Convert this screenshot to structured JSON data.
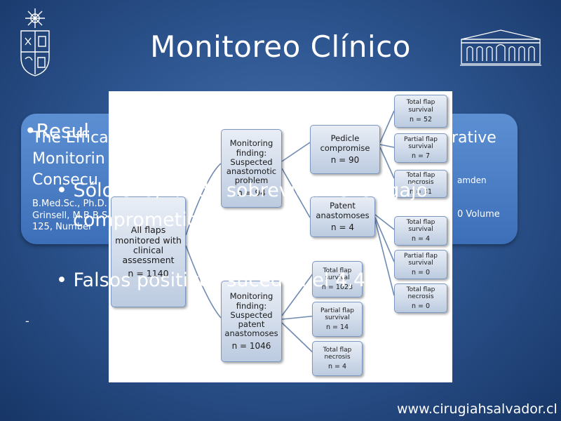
{
  "slide": {
    "title": "Monitoreo Clínico",
    "footer": "www.cirugiahsalvador.cl",
    "dash": "-"
  },
  "banner": {
    "line1": "The Efficac",
    "line2": "Monitorin",
    "line3": "Consecu",
    "line4": "B.Med.Sc., Ph.D.",
    "line5": "Grinsell, M.B.B.S.",
    "line6": "125, Number",
    "right1": "rative",
    "right2": "0 Volume",
    "right3": "amden"
  },
  "bullets": {
    "b1": "•Resul",
    "b2": "• Sólo el 0,4% de sobrevida del colgajo",
    "b3": "comprometido",
    "b4": "• Falsos positivos suceden el 4,4%"
  },
  "diagram": {
    "root": {
      "text": "All flaps monitored with clinical assessment",
      "n": "n = 1140"
    },
    "problem": {
      "text": "Monitoring finding: Suspected anastomotic problem",
      "n": "n = 94"
    },
    "patent_finding": {
      "text": "Monitoring finding: Suspected patent anastomoses",
      "n": "n = 1046"
    },
    "pedicle": {
      "text": "Pedicle compromise",
      "n": "n = 90"
    },
    "patent_anast": {
      "text": "Patent anastomoses",
      "n": "n = 4"
    },
    "leaves": {
      "ped_total": {
        "text": "Total flap survival",
        "n": "n = 52"
      },
      "ped_partial": {
        "text": "Partial flap survival",
        "n": "n = 7"
      },
      "ped_necrosis": {
        "text": "Total flap necrosis",
        "n": "n = 31"
      },
      "pat_total": {
        "text": "Total flap survival",
        "n": "n = 4"
      },
      "pat_partial": {
        "text": "Partial flap survival",
        "n": "n = 0"
      },
      "pat_necrosis": {
        "text": "Total flap necrosis",
        "n": "n = 0"
      },
      "sp_total": {
        "text": "Total flap survival",
        "n": "n = 1028"
      },
      "sp_partial": {
        "text": "Partial flap survival",
        "n": "n = 14"
      },
      "sp_necrosis": {
        "text": "Total flap necrosis",
        "n": "n = 4"
      }
    }
  }
}
